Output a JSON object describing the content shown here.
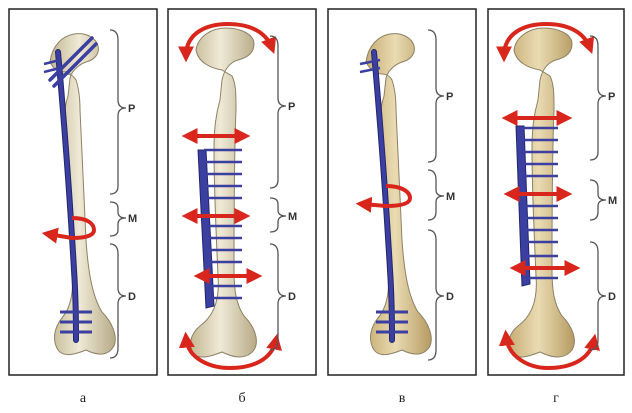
{
  "panels": [
    {
      "caption": "а",
      "labels": {
        "proximal": "P",
        "middle": "M",
        "distal": "D"
      }
    },
    {
      "caption": "б",
      "labels": {
        "proximal": "P",
        "middle": "M",
        "distal": "D"
      }
    },
    {
      "caption": "в",
      "labels": {
        "proximal": "P",
        "middle": "M",
        "distal": "D"
      }
    },
    {
      "caption": "г",
      "labels": {
        "proximal": "P",
        "middle": "M",
        "distal": "D"
      }
    }
  ],
  "colors": {
    "bone_light": "#e6dfc8",
    "bone_shadow": "#b9ad8b",
    "bone_warm": "#d8c493",
    "implant": "#3b3fa0",
    "implant_dark": "#23266e",
    "arrow": "#d9261c",
    "bracket": "#555555",
    "frame": "#222222"
  }
}
